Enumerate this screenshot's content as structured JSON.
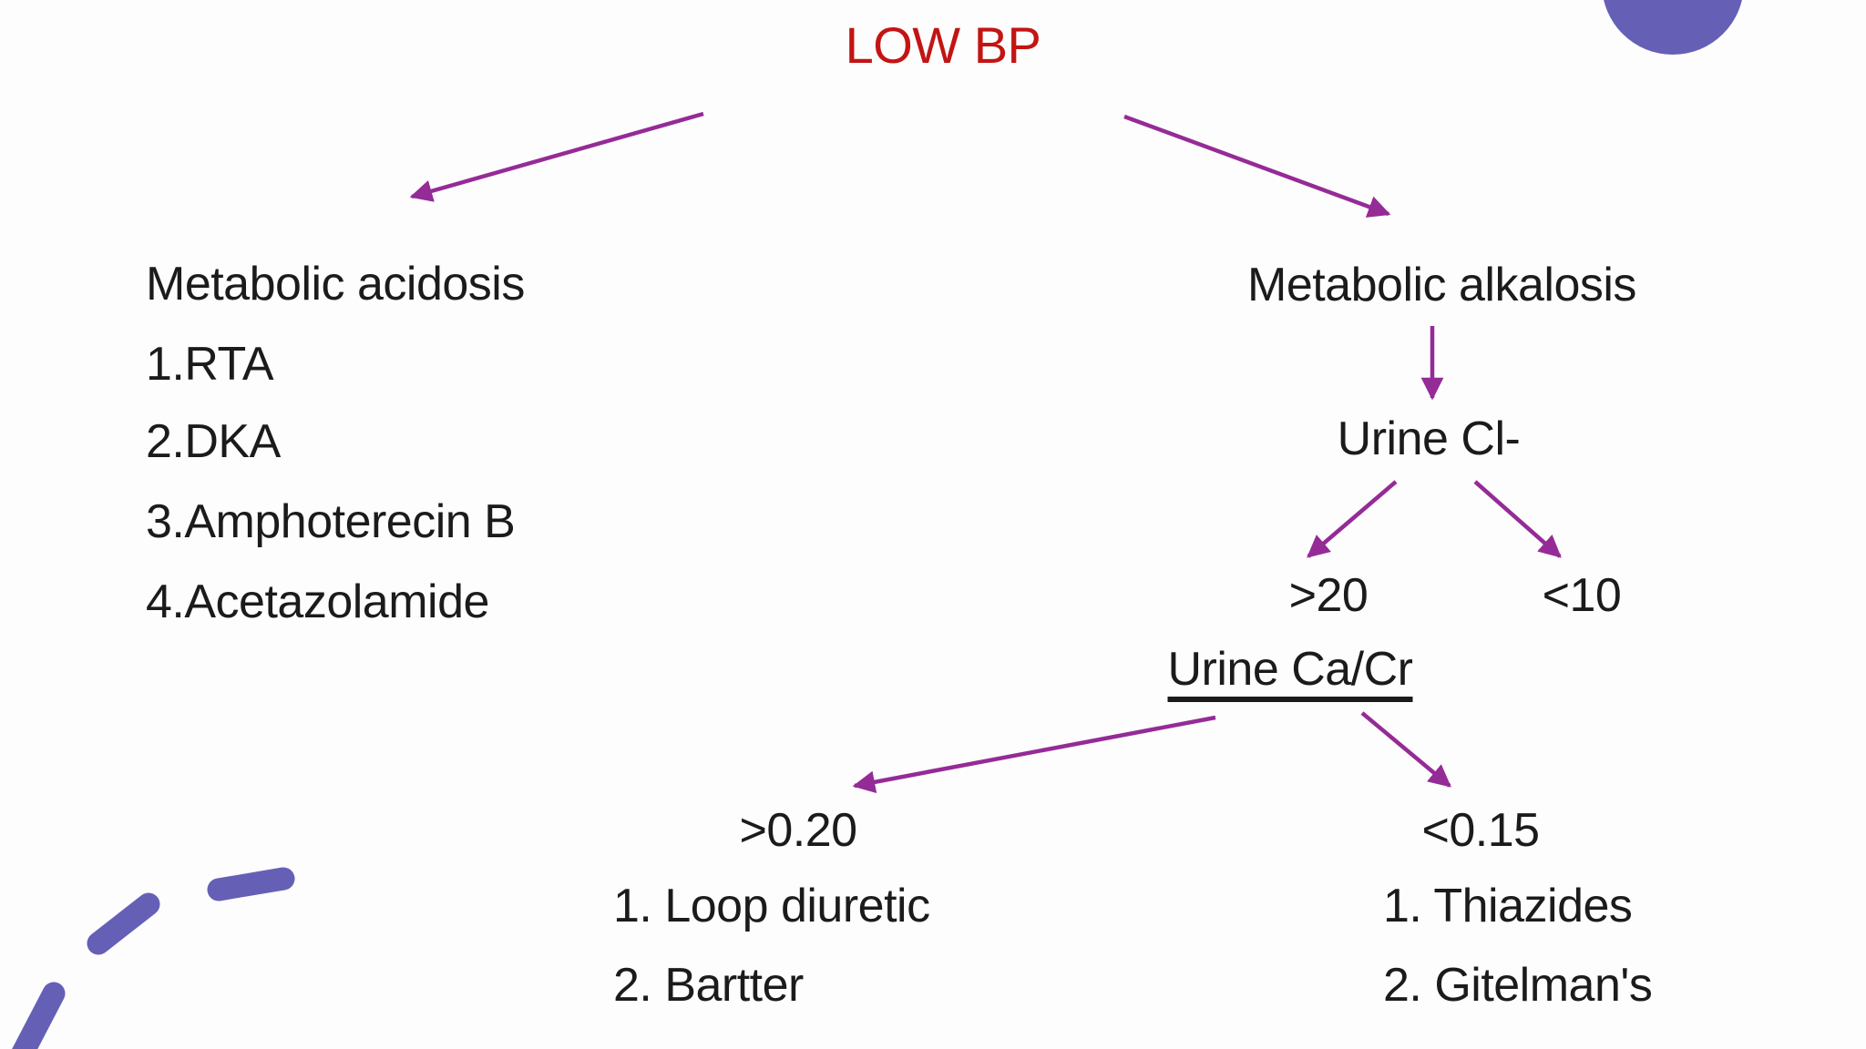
{
  "slide": {
    "title": "LOW BP"
  },
  "colors": {
    "title": "#C31414",
    "text": "#1B1B1B",
    "arrow": "#952B97",
    "decoration": "#6560B6",
    "background": "#FDFDFD"
  },
  "acidosis": {
    "heading": "Metabolic acidosis",
    "causes": [
      "1.RTA",
      "2.DKA",
      "3.Amphoterecin B",
      "4.Acetazolamide"
    ]
  },
  "alkalosis": {
    "heading": "Metabolic alkalosis",
    "urine_cl": {
      "label": "Urine Cl-",
      "high": ">20",
      "low": "<10"
    },
    "urine_ca_cr": {
      "label": "Urine Ca/Cr",
      "high": {
        "value": ">0.20",
        "causes": [
          "1. Loop diuretic",
          "2. Bartter"
        ]
      },
      "low": {
        "value": "<0.15",
        "causes": [
          "1. Thiazides",
          "2. Gitelman's"
        ]
      }
    }
  },
  "decorations": {
    "corner_circle": "purple-corner-circle",
    "dashed_arc": "purple-dashed-arc"
  }
}
